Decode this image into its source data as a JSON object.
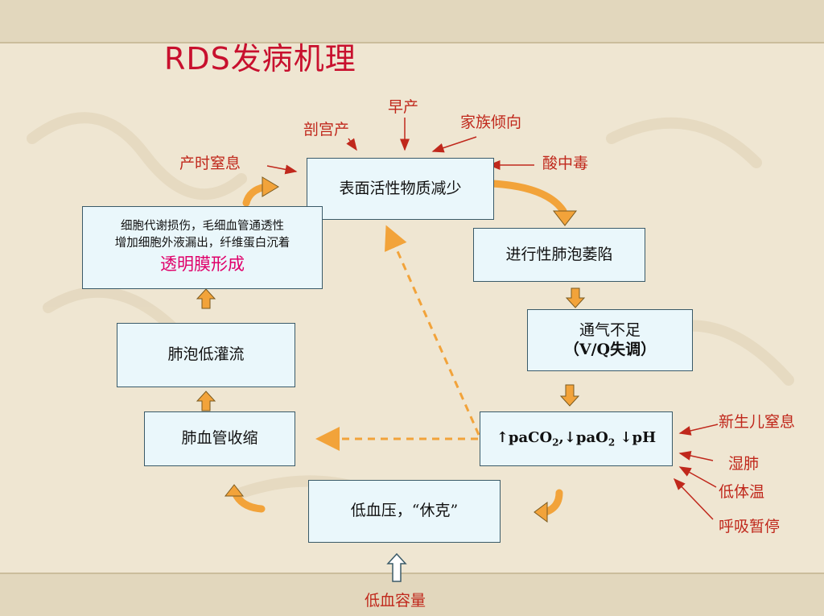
{
  "title": "RDS发病机理",
  "colors": {
    "title": "#c8102e",
    "label": "#c0281c",
    "emphasis": "#e0006a",
    "box_fill": "#eaf7fb",
    "box_border": "#3a5a68",
    "arrow_orange": "#f2a33a",
    "arrow_red": "#c0281c"
  },
  "boxes": {
    "surfactant": "表面活性物质减少",
    "collapse": "进行性肺泡萎陷",
    "ventilation_line1": "通气不足",
    "ventilation_line2": "（V/Q失调）",
    "gas_paco2": "↑paCO",
    "gas_pao2": ",↓paO",
    "gas_ph": " ↓pH",
    "gas_sub": "2",
    "shock": "低血压，“休克”",
    "vasoconstriction": "肺血管收缩",
    "hypoperfusion": "肺泡低灌流",
    "damage_line1": "细胞代谢损伤，毛细血管通透性",
    "damage_line2": "增加细胞外液漏出，纤维蛋白沉着",
    "damage_emph": "透明膜形成"
  },
  "factors": {
    "premature": "早产",
    "cesarean": "剖宫产",
    "family": "家族倾向",
    "asphyxia_birth": "产时窒息",
    "acidosis": "酸中毒",
    "newborn_asphyxia": "新生儿窒息",
    "wet_lung": "湿肺",
    "hypothermia": "低体温",
    "apnea": "呼吸暂停",
    "hypovolemia": "低血容量"
  }
}
